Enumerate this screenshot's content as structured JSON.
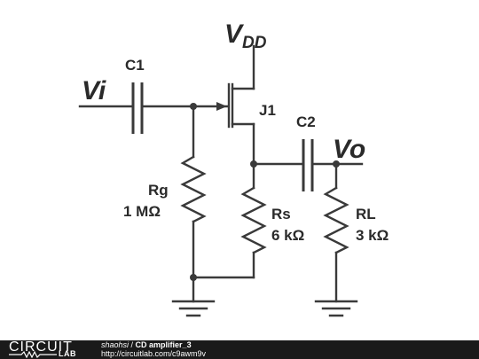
{
  "schematic": {
    "vdd_label": "V",
    "vdd_sub": "DD",
    "vi_label": "Vi",
    "vo_label": "Vo",
    "c1_label": "C1",
    "c2_label": "C2",
    "j1_label": "J1",
    "rg_name": "Rg",
    "rg_value": "1 MΩ",
    "rs_name": "Rs",
    "rs_value": "6 kΩ",
    "rl_name": "RL",
    "rl_value": "3 kΩ"
  },
  "footer": {
    "logo_text": "CIRCUIT",
    "logo_sub": "LAB",
    "author": "shaohsi",
    "separator": " / ",
    "title": "CD amplifier_3",
    "url": "http://circuitlab.com/c9awm9v"
  }
}
